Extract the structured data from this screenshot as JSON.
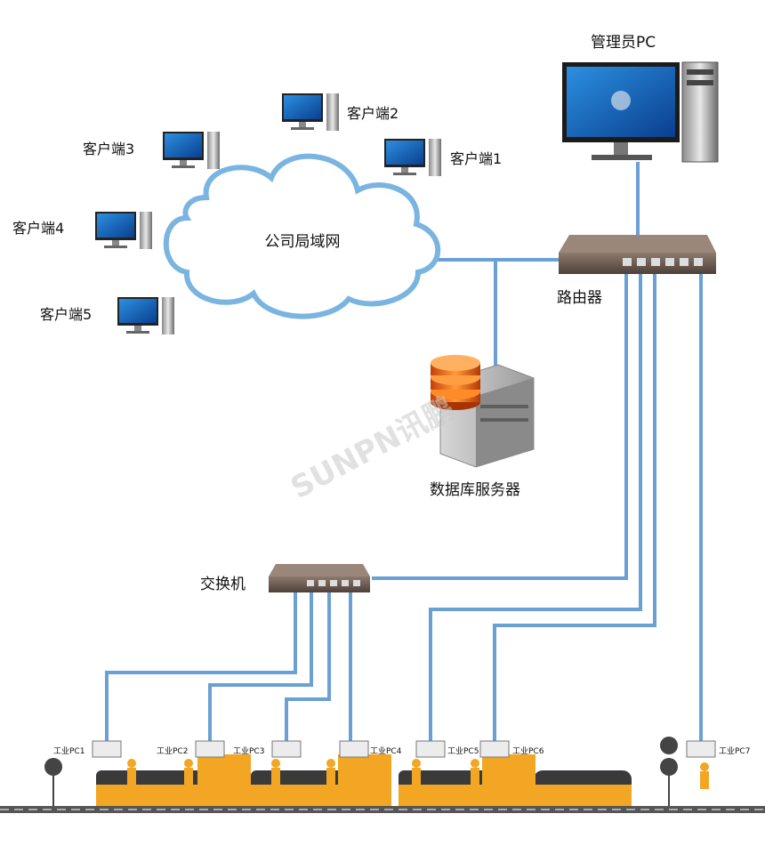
{
  "admin_pc_label": "管理员PC",
  "cloud_label": "公司局域网",
  "router_label": "路由器",
  "db_label": "数据库服务器",
  "switch_label": "交换机",
  "clients": [
    "客户端1",
    "客户端2",
    "客户端3",
    "客户端4",
    "客户端5"
  ],
  "industrial_pcs": [
    "工业PC1",
    "工业PC2",
    "工业PC3",
    "工业PC4",
    "工业PC5",
    "工业PC6",
    "工业PC7"
  ],
  "watermark": "SUNPN讯鹏",
  "colors": {
    "link": "#6aa0d3",
    "conveyor": "#f2a623",
    "rail": "#555555"
  }
}
